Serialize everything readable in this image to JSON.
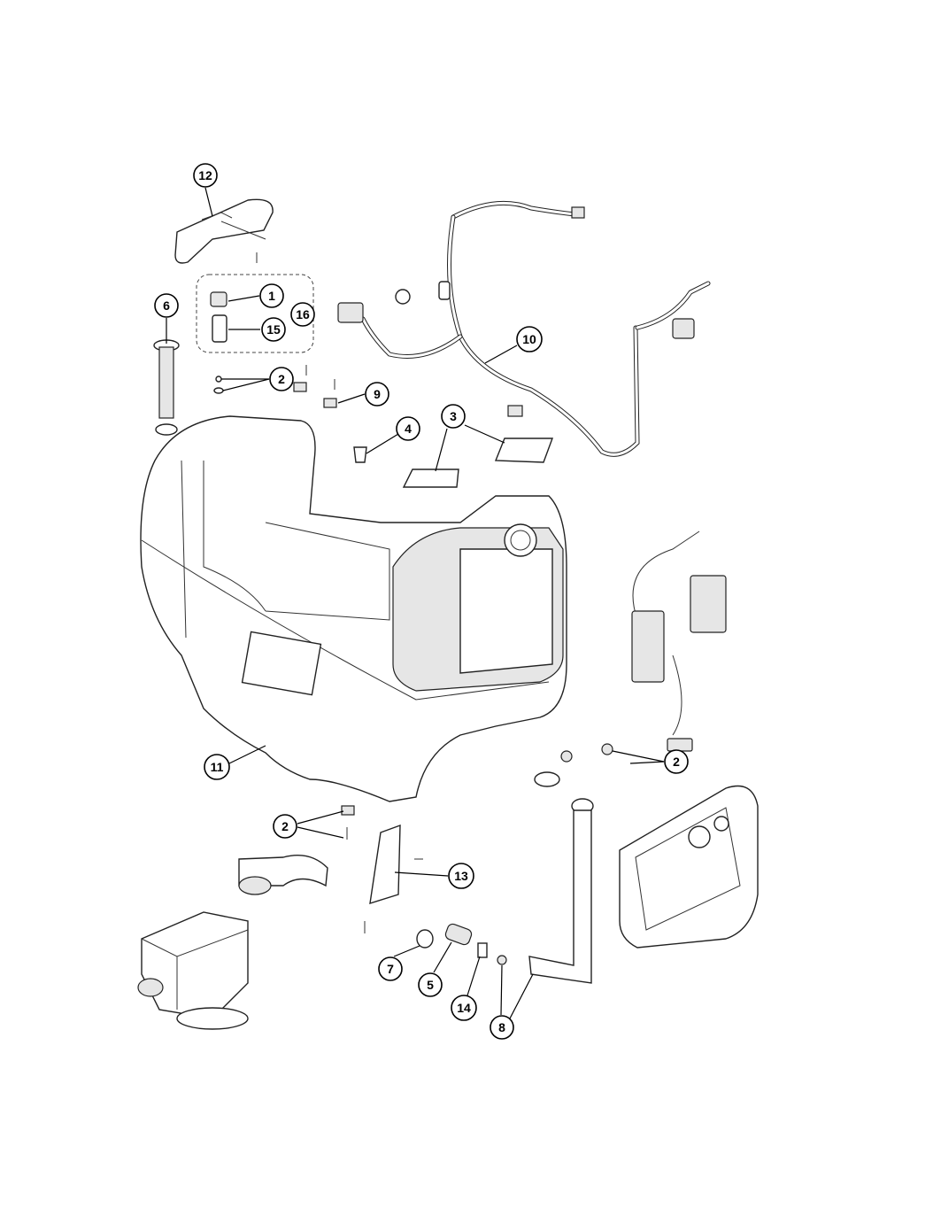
{
  "diagram": {
    "callouts": [
      {
        "id": "callout-12",
        "label": "12"
      },
      {
        "id": "callout-1",
        "label": "1"
      },
      {
        "id": "callout-16",
        "label": "16"
      },
      {
        "id": "callout-15",
        "label": "15"
      },
      {
        "id": "callout-6",
        "label": "6"
      },
      {
        "id": "callout-2a",
        "label": "2"
      },
      {
        "id": "callout-9",
        "label": "9"
      },
      {
        "id": "callout-4",
        "label": "4"
      },
      {
        "id": "callout-3",
        "label": "3"
      },
      {
        "id": "callout-10",
        "label": "10"
      },
      {
        "id": "callout-11",
        "label": "11"
      },
      {
        "id": "callout-2b",
        "label": "2"
      },
      {
        "id": "callout-2c",
        "label": "2"
      },
      {
        "id": "callout-13",
        "label": "13"
      },
      {
        "id": "callout-7",
        "label": "7"
      },
      {
        "id": "callout-5",
        "label": "5"
      },
      {
        "id": "callout-14",
        "label": "14"
      },
      {
        "id": "callout-8",
        "label": "8"
      }
    ]
  }
}
